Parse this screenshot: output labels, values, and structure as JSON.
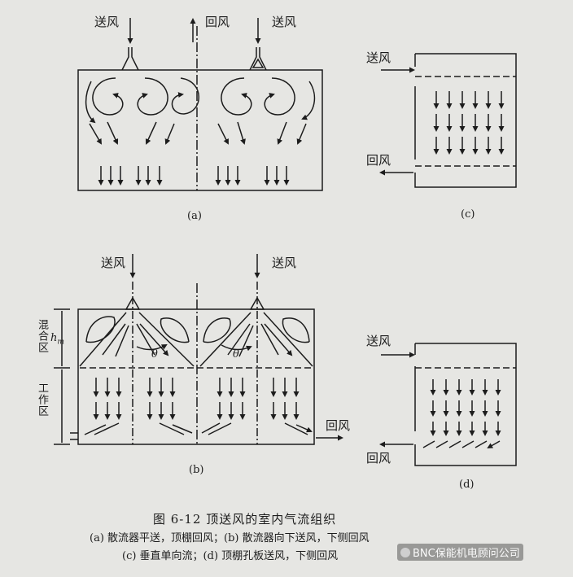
{
  "panel_a": {
    "supply_left": "送风",
    "return": "回风",
    "supply_right": "送风",
    "caption": "(a)"
  },
  "panel_b": {
    "supply_left": "送风",
    "supply_right": "送风",
    "mixing_zone": "混合区",
    "working_zone": "工作区",
    "h_symbol": "h",
    "h_sub": "m",
    "theta": "θ",
    "return": "回风",
    "caption": "(b)"
  },
  "panel_c": {
    "supply": "送风",
    "return": "回风",
    "caption": "(c)"
  },
  "panel_d": {
    "supply": "送风",
    "return": "回风",
    "caption": "(d)"
  },
  "figure_title": "图 6-12   顶送风的室内气流组织",
  "desc_line1": "(a) 散流器平送，顶棚回风；(b) 散流器向下送风，下侧回风",
  "desc_line2": "(c) 垂直单向流；(d) 顶棚孔板送风，下侧回风",
  "watermark": "BNC保能机电顾问公司"
}
